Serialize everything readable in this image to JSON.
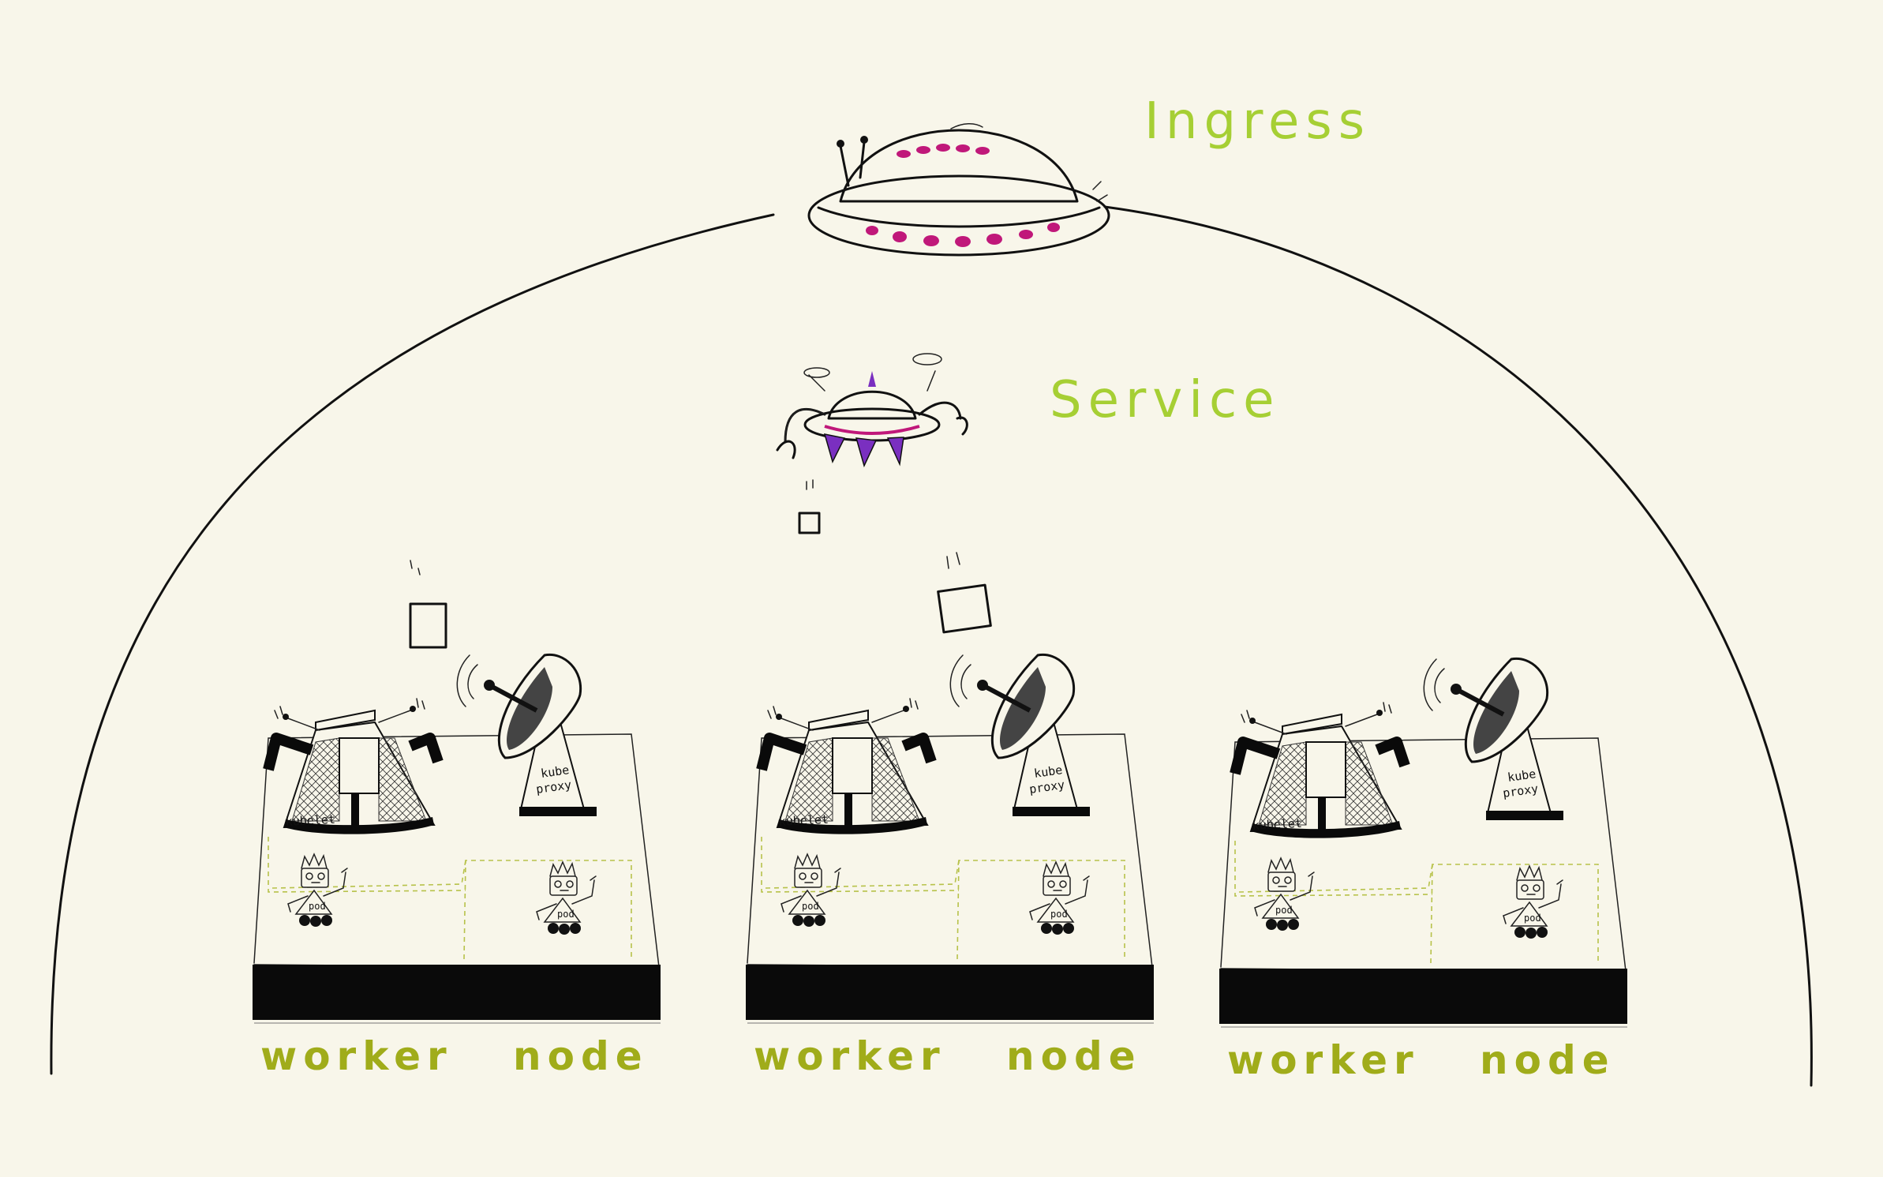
{
  "labels": {
    "ingress": "Ingress",
    "service": "Service"
  },
  "nodes": [
    {
      "label_left": "worker",
      "label_right": "node",
      "kubelet": "kubelet",
      "proxy_top": "kube",
      "proxy_bottom": "proxy",
      "pods": [
        "pod",
        "pod"
      ]
    },
    {
      "label_left": "worker",
      "label_right": "node",
      "kubelet": "kubelet",
      "proxy_top": "kube",
      "proxy_bottom": "proxy",
      "pods": [
        "pod",
        "pod"
      ]
    },
    {
      "label_left": "worker",
      "label_right": "node",
      "kubelet": "kubelet",
      "proxy_top": "kube",
      "proxy_bottom": "proxy",
      "pods": [
        "pod",
        "pod"
      ]
    }
  ],
  "colors": {
    "background": "#f8f6ea",
    "ingress_text": "#a6cf34",
    "worker_text": "#a0ac1a",
    "ufo_lights": "#c0187a",
    "service_accent": "#7a2fc0"
  }
}
